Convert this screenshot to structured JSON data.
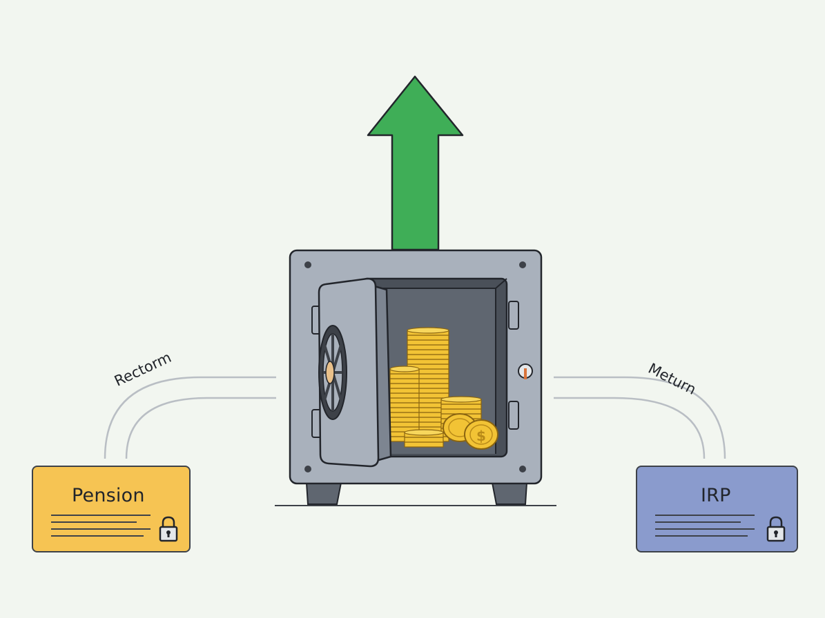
{
  "diagram": {
    "left_flow_label": "Rectorm",
    "right_flow_label": "Meturn"
  },
  "cards": {
    "pension": {
      "title": "Pension",
      "color": "#f6c453",
      "icon": "padlock-icon"
    },
    "irp": {
      "title": "IRP",
      "color": "#8a9bcd",
      "icon": "padlock-icon"
    }
  },
  "center": {
    "icon": "open-safe-with-gold-coins",
    "arrow_icon": "up-arrow-icon",
    "arrow_color": "#3fae57",
    "coin_color": "#f2c335",
    "safe_color": "#a9b1bc"
  }
}
